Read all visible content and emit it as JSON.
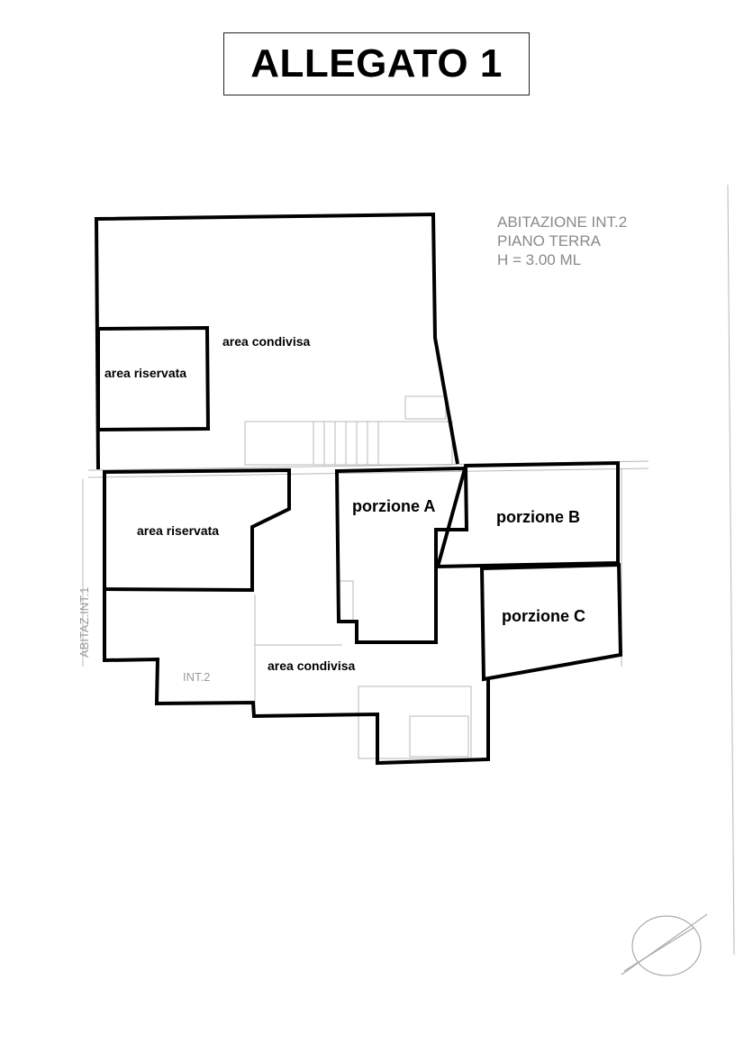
{
  "title": "ALLEGATO 1",
  "info": {
    "line1": "ABITAZIONE INT.2",
    "line2": "PIANO TERRA",
    "line3": "H = 3.00 ML"
  },
  "labels": {
    "area_condivisa_top": "area condivisa",
    "area_riservata_top": "area riservata",
    "area_riservata_bottom": "area riservata",
    "area_condivisa_bottom": "area condivisa",
    "porzione_a": "porzione A",
    "porzione_b": "porzione B",
    "porzione_c": "porzione C",
    "int2": "INT.2",
    "abitaz_int1": "ABITAZ.INT.1"
  },
  "icons": {
    "north_symbol": "north-arrow-icon"
  }
}
